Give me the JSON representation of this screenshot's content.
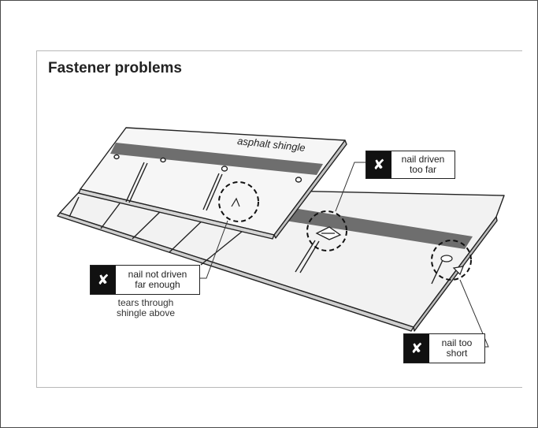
{
  "title": "Fastener problems",
  "shingle_label": "asphalt shingle",
  "callouts": {
    "driven_too_far": {
      "icon": "x-mark-icon",
      "mark": "✘",
      "text": "nail driven\ntoo far"
    },
    "not_driven_enough": {
      "icon": "x-mark-icon",
      "mark": "✘",
      "text": "nail not driven\nfar enough"
    },
    "too_short": {
      "icon": "x-mark-icon",
      "mark": "✘",
      "text": "nail too\nshort"
    }
  },
  "note_tears": "tears through\nshingle above",
  "colors": {
    "stripe": "#6e6e6e",
    "shingle": "#f2f2f2",
    "outline": "#222222"
  }
}
